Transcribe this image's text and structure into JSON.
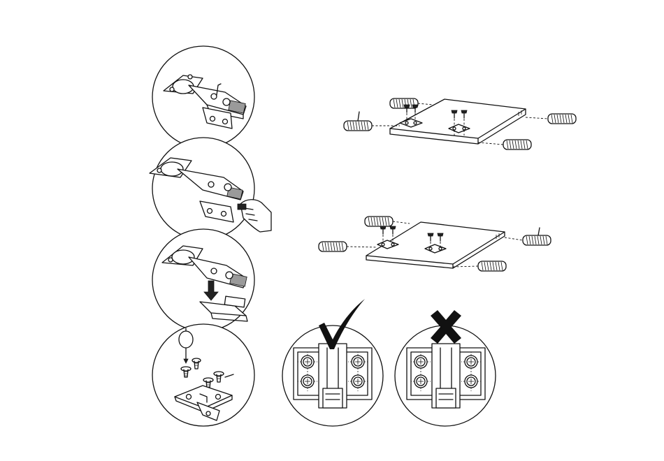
{
  "colors": {
    "ink": "#111111",
    "paper": "#ffffff",
    "shade": "#9a9a9a"
  },
  "steps": [
    {
      "id": "hinge-detail",
      "icon": "hinge-icon"
    },
    {
      "id": "hinge-clip-release",
      "icon": "hand-icon"
    },
    {
      "id": "hinge-mount",
      "icon": "down-arrow-icon"
    },
    {
      "id": "screw-fixing",
      "icon": "screwdriver-icon"
    }
  ],
  "panels": [
    {
      "id": "panel-dowel-assembly-1",
      "dowels": 4,
      "screws": 4
    },
    {
      "id": "panel-dowel-assembly-2",
      "dowels": 4,
      "screws": 4
    }
  ],
  "comparison": {
    "correct": {
      "icon": "check-icon"
    },
    "incorrect": {
      "icon": "cross-icon"
    }
  }
}
